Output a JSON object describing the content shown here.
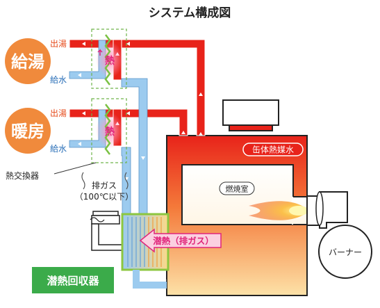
{
  "title": "システム構成図",
  "supply": {
    "heading": "給湯",
    "outlet_label": "出湯",
    "inlet_label": "給水",
    "heat_label": "熱"
  },
  "heating": {
    "heading": "暖房",
    "outlet_label": "出湯",
    "inlet_label": "給水",
    "heat_label": "熱"
  },
  "heat_exchanger_label": "熱交換器",
  "exhaust": {
    "label": "排ガス",
    "temp_label": "（100℃以下）"
  },
  "boiler": {
    "water_label": "缶体熱媒水",
    "chamber_label": "燃焼室"
  },
  "burner_label": "バーナー",
  "latent_heat_label": "潜熱（排ガス）",
  "recovery_label": "潜熱回収器",
  "colors": {
    "hot_red": "#e8231a",
    "cold_blue": "#8fc3ea",
    "badge_orange": "#f08a3c",
    "recovery_green": "#3bab4a",
    "exchanger_green": "#8cc63f",
    "latent_pink": "#e0247a",
    "outlet_text": "#e64a1a",
    "inlet_text": "#2a6fb8"
  }
}
